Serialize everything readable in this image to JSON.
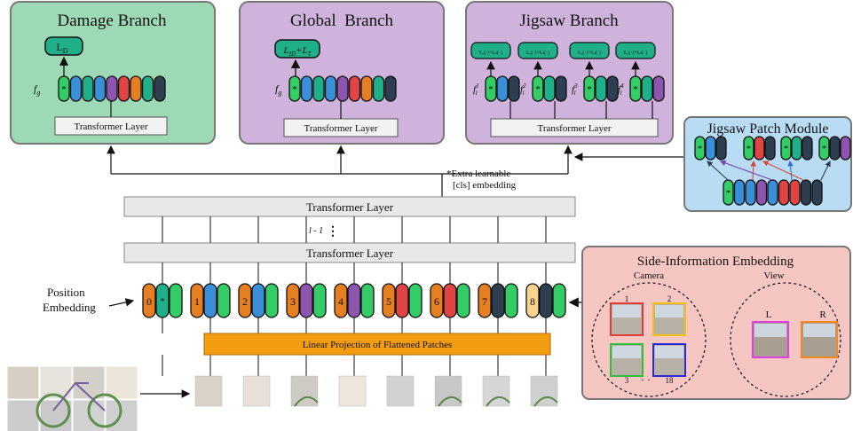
{
  "branches": {
    "damage": {
      "title": "Damage Branch",
      "loss": "L",
      "loss_sub": "D",
      "feature": "f",
      "feature_sub": "g",
      "layer": "Transformer Layer"
    },
    "global": {
      "title": "Global  Branch",
      "loss_a": "L",
      "loss_a_sub": "ID",
      "loss_plus": "+",
      "loss_b": "L",
      "loss_b_sub": "T",
      "feature": "f",
      "feature_sub": "g",
      "layer": "Transformer Layer"
    },
    "jigsaw": {
      "title": "Jigsaw Branch",
      "layer": "Transformer Layer",
      "losses": [
        "Lₓ(·)+Lₜ(·)",
        "Lₓ(·)+Lₜ(·)",
        "Lₓ(·)+Lₜ(·)",
        "Lₓ(·)+Lₜ(·)"
      ],
      "features": [
        "f",
        "f",
        "f",
        "f"
      ],
      "feature_subs": [
        "l",
        "l",
        "l",
        "l"
      ],
      "feature_sups": [
        "1",
        "2",
        "3",
        "4"
      ]
    }
  },
  "jigsaw_patch_module": {
    "title": "Jigsaw Patch Module"
  },
  "cls_note": {
    "line1": "Extra learnable",
    "line2": "[cls] embedding",
    "star": "*"
  },
  "backbone": {
    "top_layer": "Transformer Layer",
    "bottom_layer": "Transformer Layer",
    "depth_label": "l - 1"
  },
  "position_embedding": {
    "line1": "Position",
    "line2": "Embedding",
    "indices": [
      "0",
      "1",
      "2",
      "3",
      "4",
      "5",
      "6",
      "7",
      "8"
    ],
    "star": "*"
  },
  "linear_projection": "Linear Projection of Flattened Patches",
  "side_info": {
    "title": "Side-Information Embedding",
    "camera_label": "Camera",
    "view_label": "View",
    "camera_ids": [
      "1",
      "2",
      "3",
      "18"
    ],
    "camera_dots": "· ·",
    "view_ids": [
      "L",
      "R"
    ]
  },
  "colors": {
    "damage_bg": "#9ed9b6",
    "global_bg": "#cfb3dd",
    "jigsaw_bg": "#cfb3dd",
    "module_bg": "#b9dcf5",
    "side_bg": "#f5c6c2",
    "projection": "#f39c12",
    "token_green": "#33cc66",
    "token_blue": "#3a8fd9",
    "token_purple": "#8e55b0",
    "token_red": "#e04444",
    "token_dark": "#2c3e50",
    "token_orange": "#e67e22",
    "token_peach": "#fbd38d",
    "token_teal": "#1fb08a"
  },
  "icons": [
    "arrow-icon",
    "bicycle-patch-icon",
    "camera-photo-icon"
  ]
}
